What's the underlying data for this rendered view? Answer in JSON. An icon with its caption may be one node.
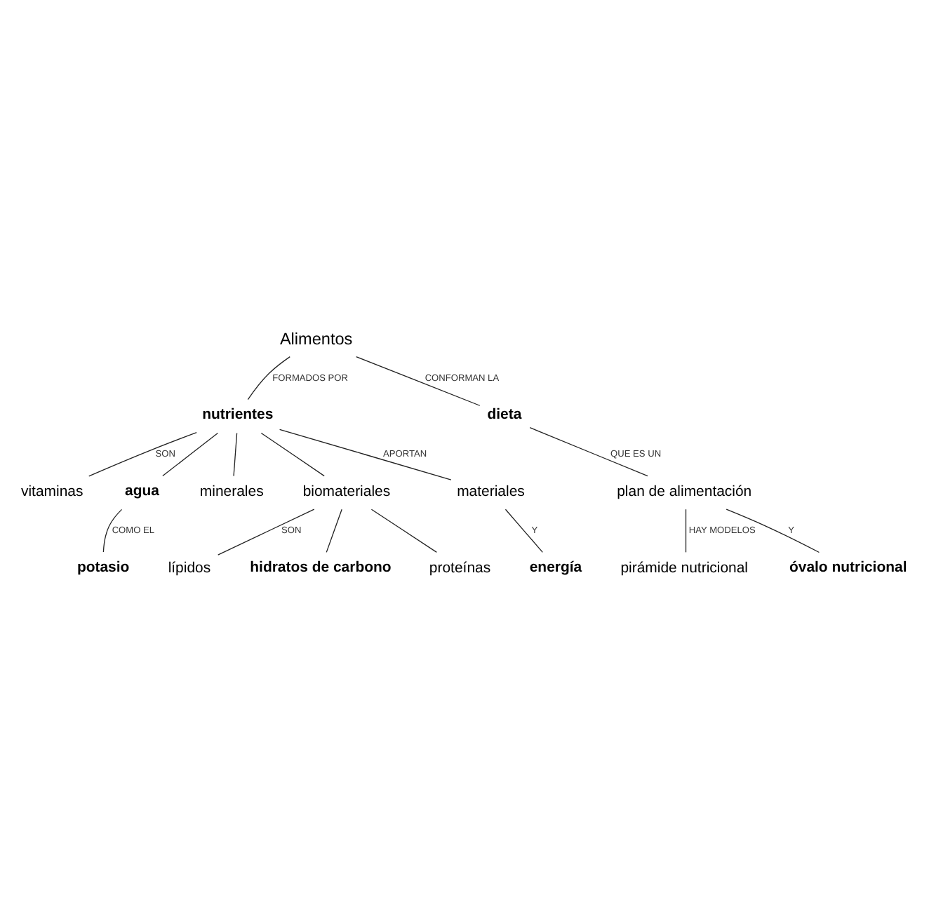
{
  "diagram": {
    "nodes": [
      {
        "text": [
          "Alimentos"
        ]
      },
      {
        "text": [
          "nutrientes"
        ]
      },
      {
        "text": [
          "dieta"
        ]
      },
      {
        "text": [
          "vitaminas"
        ]
      },
      {
        "text": [
          "agua"
        ]
      },
      {
        "text": [
          "minerales"
        ]
      },
      {
        "text": [
          "biomateriales"
        ]
      },
      {
        "text": [
          "potasio"
        ]
      },
      {
        "text": [
          "materiales"
        ]
      },
      {
        "text": [
          "energía"
        ]
      },
      {
        "text": [
          "lípidos"
        ]
      },
      {
        "text": [
          "hidratos de carbono"
        ]
      },
      {
        "text": [
          "proteínas"
        ]
      },
      {
        "text": [
          "plan de alimentación"
        ]
      },
      {
        "text": [
          "pirámide nutricional"
        ]
      },
      {
        "text": [
          "óvalo nutricional"
        ]
      }
    ],
    "edges": [
      {
        "from": 0,
        "to": 1,
        "arrow": "none",
        "label": "FORMADOS POR"
      },
      {
        "from": 0,
        "to": 2,
        "arrow": "none",
        "label": "CONFORMAN LA"
      },
      {
        "from": 1,
        "to": 3,
        "arrow": "none",
        "label": "SON"
      },
      {
        "from": 1,
        "to": 4,
        "arrow": "none"
      },
      {
        "from": 1,
        "to": 5,
        "arrow": "none"
      },
      {
        "from": 1,
        "to": 6,
        "arrow": "none"
      },
      {
        "from": 4,
        "to": 7,
        "arrow": "none",
        "label": "COMO EL"
      },
      {
        "from": 1,
        "to": 8,
        "arrow": "none",
        "label": "APORTAN"
      },
      {
        "from": 8,
        "to": 9,
        "arrow": "none",
        "label": "Y"
      },
      {
        "from": 6,
        "to": 10,
        "arrow": "none",
        "label": "SON"
      },
      {
        "from": 6,
        "to": 11,
        "arrow": "none"
      },
      {
        "from": 6,
        "to": 12,
        "arrow": "none"
      },
      {
        "from": 2,
        "to": 13,
        "arrow": "none",
        "label": "QUE ES UN"
      },
      {
        "from": 13,
        "to": 14,
        "arrow": "none",
        "label": "HAY MODELOS"
      },
      {
        "from": 13,
        "to": 15,
        "arrow": "none",
        "label": "Y"
      }
    ]
  }
}
